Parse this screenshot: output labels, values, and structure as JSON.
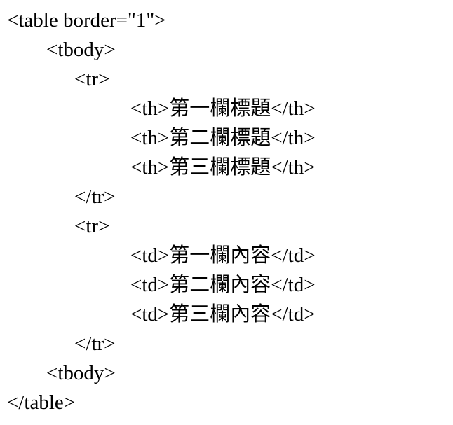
{
  "page": {
    "background_color": "#ffffff",
    "text_color": "#000000"
  },
  "code": {
    "language": "html",
    "lines": [
      {
        "indent": 0,
        "text": "<table border=\"1\">"
      },
      {
        "indent": 1,
        "text": "<tbody>"
      },
      {
        "indent": 2,
        "text": "<tr>"
      },
      {
        "indent": 3,
        "text": "<th>第一欄標題</th>"
      },
      {
        "indent": 3,
        "text": "<th>第二欄標題</th>"
      },
      {
        "indent": 3,
        "text": "<th>第三欄標題</th>"
      },
      {
        "indent": 2,
        "text": "</tr>"
      },
      {
        "indent": 2,
        "text": "<tr>"
      },
      {
        "indent": 3,
        "text": "<td>第一欄內容</td>"
      },
      {
        "indent": 3,
        "text": "<td>第二欄內容</td>"
      },
      {
        "indent": 3,
        "text": "<td>第三欄內容</td>"
      },
      {
        "indent": 2,
        "text": "</tr>"
      },
      {
        "indent": 1,
        "text": "<tbody>"
      },
      {
        "indent": 0,
        "text": "</table>"
      }
    ]
  }
}
